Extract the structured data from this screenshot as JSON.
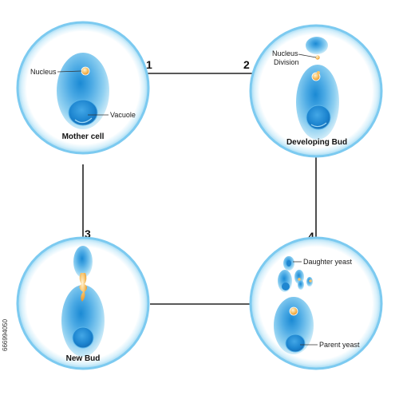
{
  "steps": [
    "1",
    "2",
    "3",
    "4"
  ],
  "labels": {
    "nucleus": "Nucleus",
    "vacuole": "Vacuole",
    "mother_cell": "Mother cell",
    "nucleus_division_1": "Nucleus",
    "nucleus_division_2": "Division",
    "developing_bud": "Developing Bud",
    "new_bud": "New Bud",
    "daughter_yeast": "Daughter yeast",
    "parent_yeast": "Parent yeast"
  },
  "side_text": "666994050",
  "colors": {
    "ring": "#8fd3f2",
    "cell_outer": "#bfe6f7",
    "cell_mid": "#7fc8ef",
    "cell_inner": "#3a9fdc",
    "vacuole": "#1f86d0",
    "nucleus": "#f4a63a",
    "line": "#222222"
  }
}
